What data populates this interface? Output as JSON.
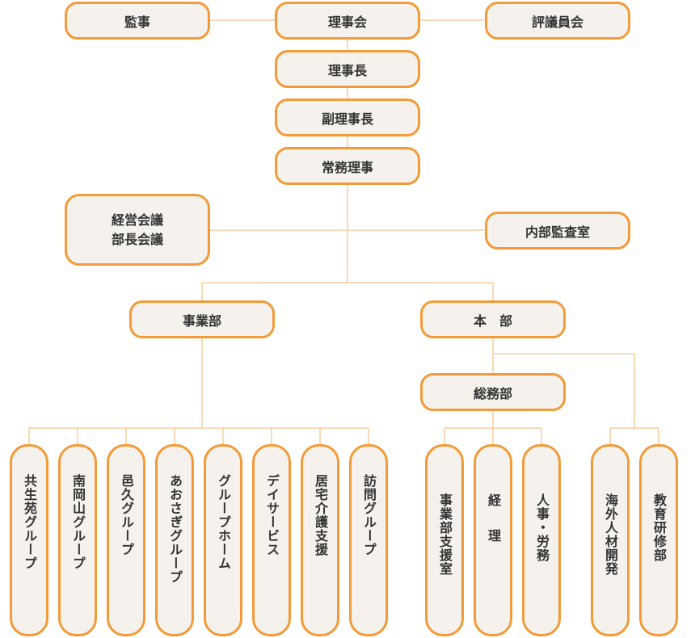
{
  "nodes": {
    "kanji": "監事",
    "rijikai": "理事会",
    "hyogiinkai": "評議員会",
    "rijicho": "理事長",
    "fukurijicho": "副理事長",
    "jomuriji": "常務理事",
    "keiei_kaigi_line1": "経営会議",
    "keiei_kaigi_line2": "部長会議",
    "naibu_kansa": "内部監査室",
    "jigyobu": "事業部",
    "honbu": "本　部",
    "somubu": "総務部"
  },
  "jigyobu_groups": [
    "共生苑グループ",
    "南岡山グループ",
    "邑久グループ",
    "あおさぎグループ",
    "グループホーム",
    "デイサービス",
    "居宅介護支援",
    "訪問グループ"
  ],
  "somubu_units": [
    "事業部支援室",
    "経　理",
    "人事・労務"
  ],
  "honbu_units": [
    "海外人材開発",
    "教育研修部"
  ],
  "colors": {
    "border": "#f29b38",
    "fill": "#f5f1ec",
    "connector": "#f6c58f",
    "text": "#333333"
  }
}
